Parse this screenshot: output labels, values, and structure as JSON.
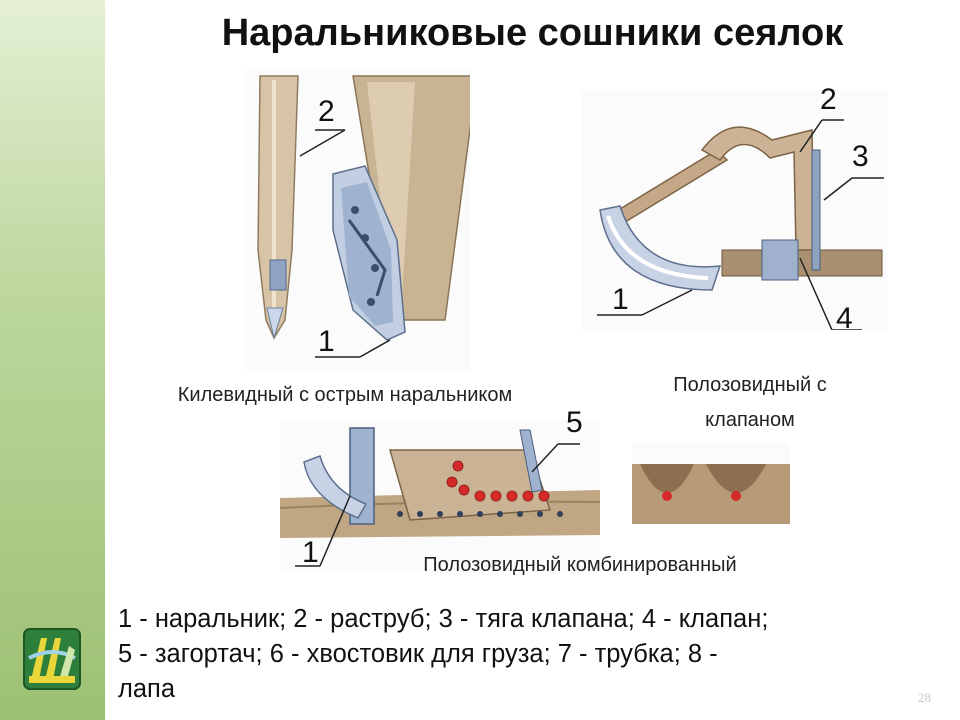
{
  "slide": {
    "title": "Наральниковые сошники сеялок",
    "page_number": "28"
  },
  "figures": {
    "keel": {
      "caption": "Килевидный с острым наральником",
      "callouts": [
        "2",
        "1"
      ]
    },
    "runner_valve": {
      "caption_line1": "Полозовидный с",
      "caption_line2": "клапаном",
      "callouts": [
        "2",
        "3",
        "1",
        "4"
      ]
    },
    "runner_combined": {
      "caption": "Полозовидный комбинированный",
      "callouts": [
        "5",
        "1"
      ]
    }
  },
  "legend": {
    "line1": "1 - наральник; 2 - раструб; 3 - тяга клапана; 4 - клапан;",
    "line2": "5 - загортач; 6 - хвостовик для груза; 7 - трубка; 8 -",
    "line3": "лапа"
  },
  "colors": {
    "sidebar_top": "#e4efd4",
    "sidebar_bottom": "#9cc173",
    "metal": "#c9b79c",
    "blade": "#b9c6dc",
    "soil": "#b59a78",
    "seed": "#d42a2a"
  }
}
